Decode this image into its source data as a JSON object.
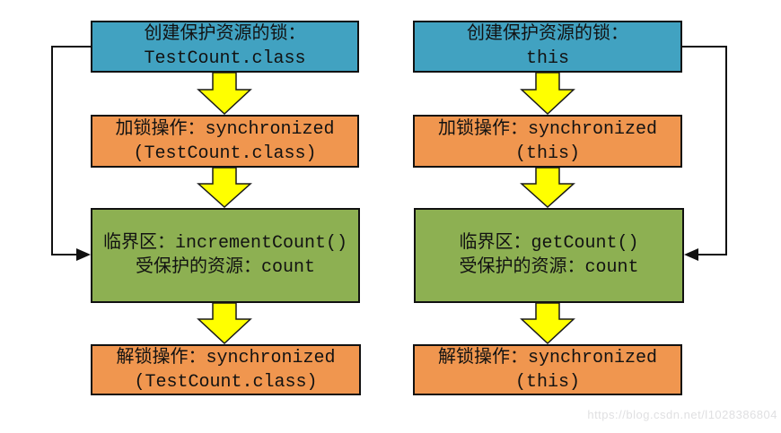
{
  "colors": {
    "box_blue": "#41A2C1",
    "box_orange": "#F0964F",
    "box_green": "#8DB052",
    "arrow_yellow": "#FFFF00",
    "line_black": "#111111",
    "watermark_gray": "#E0E0E2"
  },
  "watermark": {
    "text": "https://blog.csdn.net/l1028386804"
  },
  "flows": [
    {
      "name": "class-lock-flow",
      "create": {
        "lines": [
          "创建保护资源的锁：",
          "TestCount.class"
        ]
      },
      "acquire": {
        "lines": [
          "加锁操作：synchronized",
          "(TestCount.class)"
        ]
      },
      "critical": {
        "lines": [
          "临界区：incrementCount()",
          "受保护的资源：count"
        ]
      },
      "release": {
        "lines": [
          "解锁操作：synchronized",
          "(TestCount.class)"
        ]
      }
    },
    {
      "name": "this-lock-flow",
      "create": {
        "lines": [
          "创建保护资源的锁：",
          "this"
        ]
      },
      "acquire": {
        "lines": [
          "加锁操作：synchronized",
          "(this)"
        ]
      },
      "critical": {
        "lines": [
          "临界区：getCount()",
          "受保护的资源：count"
        ]
      },
      "release": {
        "lines": [
          "解锁操作：synchronized",
          "(this)"
        ]
      }
    }
  ]
}
